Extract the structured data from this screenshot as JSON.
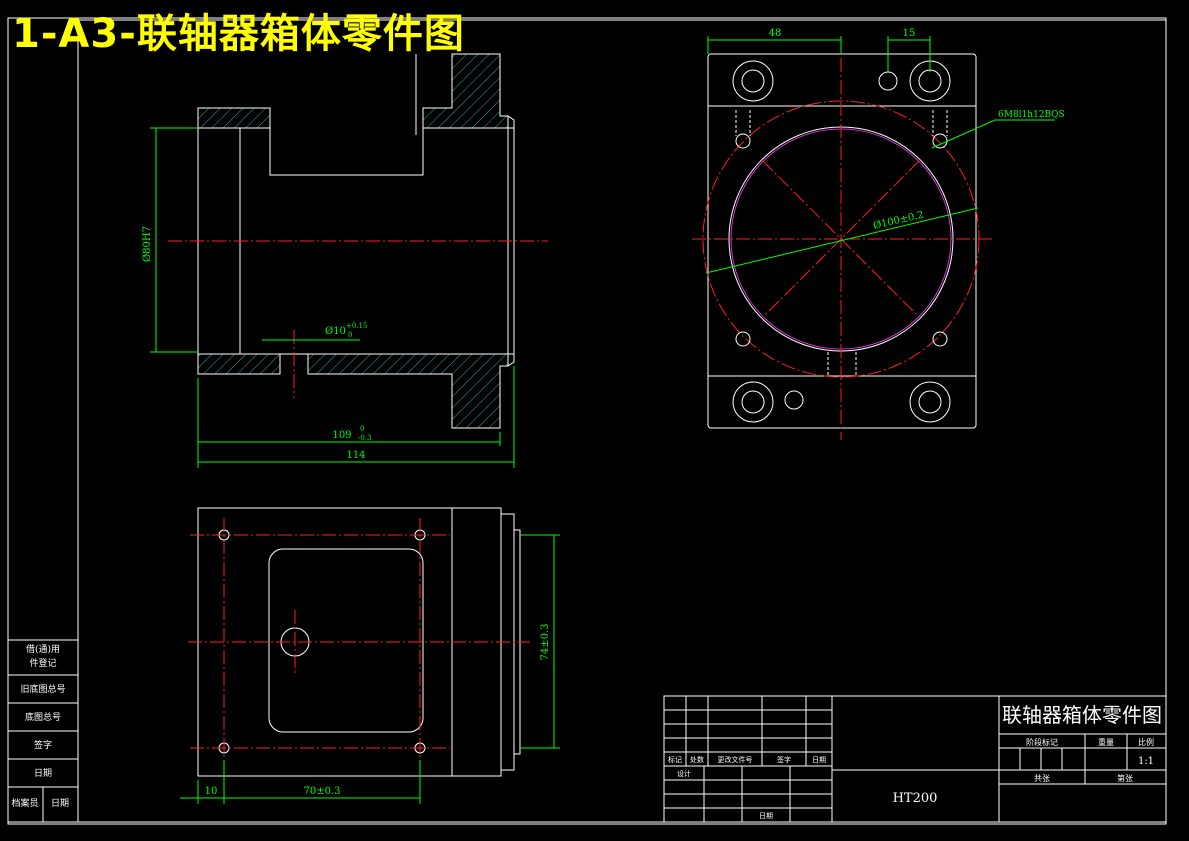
{
  "sheet": {
    "title": "1-A3-联轴器箱体零件图"
  },
  "dimensions": {
    "d48": "48",
    "d15": "15",
    "thread": "6M8l1h12BQS",
    "bore100": "Ø100±0.2",
    "bore80": "Ø80H7",
    "hole10": "Ø10",
    "hole10_tol_up": "+0.15",
    "hole10_tol_lo": "0",
    "len109": "109",
    "len109_tol_up": "0",
    "len109_tol_lo": "-0.3",
    "len114": "114",
    "h74": "74±0.3",
    "w70": "70±0.3",
    "w10": "10"
  },
  "left_column": {
    "labels": [
      "借(通)用",
      "件登记",
      "旧底图总号",
      "底图总号",
      "签字",
      "日期",
      "档案员",
      "日期"
    ]
  },
  "title_block": {
    "part_name": "联轴器箱体零件图",
    "material": "HT200",
    "scale": "1:1",
    "headers": {
      "stage_mark": "阶段标记",
      "weight": "重量",
      "scale": "比例",
      "sheets_total": "共张",
      "sheet_no": "第张"
    },
    "rev_headers": {
      "mark": "标记",
      "zones": "处数",
      "change_doc": "更改文件号",
      "signature": "签字",
      "date": "日期"
    },
    "design": "设计",
    "date": "日期"
  },
  "colors": {
    "outline": "#ffffff",
    "center_line": "#ff2020",
    "dimension": "#00ff00",
    "title": "#ffff00"
  }
}
